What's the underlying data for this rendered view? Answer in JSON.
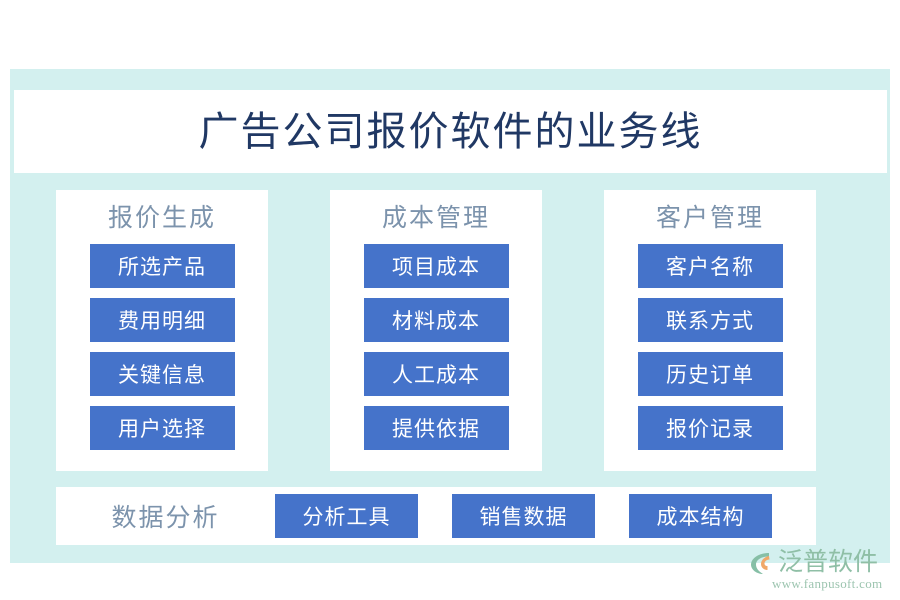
{
  "page": {
    "title": "广告公司报价软件的业务线",
    "background_color": "#ffffff",
    "panel_color": "#d3f0ef",
    "card_color": "#ffffff",
    "accent_color": "#4573ca",
    "title_color": "#203864",
    "head_color": "#7c93ac"
  },
  "columns": [
    {
      "header": "报价生成",
      "items": [
        {
          "label": "所选产品"
        },
        {
          "label": "费用明细"
        },
        {
          "label": "关键信息"
        },
        {
          "label": "用户选择"
        }
      ]
    },
    {
      "header": "成本管理",
      "items": [
        {
          "label": "项目成本"
        },
        {
          "label": "材料成本"
        },
        {
          "label": "人工成本"
        },
        {
          "label": "提供依据"
        }
      ]
    },
    {
      "header": "客户管理",
      "items": [
        {
          "label": "客户名称"
        },
        {
          "label": "联系方式"
        },
        {
          "label": "历史订单"
        },
        {
          "label": "报价记录"
        }
      ]
    }
  ],
  "bottom": {
    "header": "数据分析",
    "items": [
      {
        "label": "分析工具"
      },
      {
        "label": "销售数据"
      },
      {
        "label": "成本结构"
      }
    ]
  },
  "logo": {
    "name": "泛普软件",
    "url": "www.fanpusoft.com",
    "mark_color_primary": "#86bfa6",
    "mark_color_accent": "#f0a868"
  }
}
